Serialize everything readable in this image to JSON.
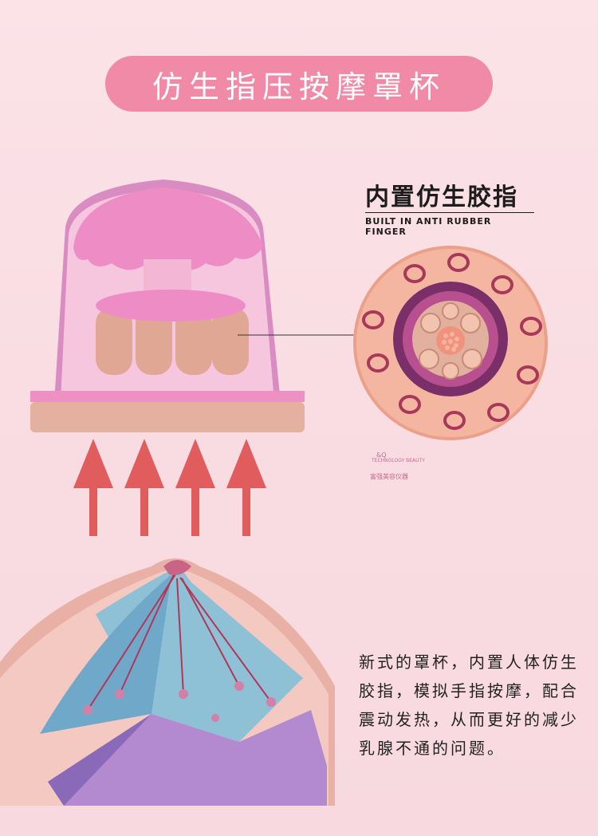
{
  "title": "仿生指压按摩罩杯",
  "feature": {
    "title": "内置仿生胶指",
    "subtitle": "BUILT IN ANTI RUBBER FINGER"
  },
  "brand": {
    "mark": "&Q",
    "english": "TECHNOLOGY BEAUTY",
    "chinese": "富强美容仪器"
  },
  "description": {
    "lines": [
      "新式的罩杯，内置人体仿生",
      "胶指，模拟手指按摩，配合",
      "震动发热，从而更好的减少",
      "乳腺不通的问题。"
    ]
  },
  "colors": {
    "title_pill": "#f08aa7",
    "cup_pink": "#ef8fc5",
    "arrow_red": "#e15c5d",
    "finger_tan": "#e4aa98",
    "ring_peach": "#f4b6a0",
    "ring_inner": "#8a3a77"
  },
  "icons": [
    "cup-illustration",
    "arrow-up-icon",
    "finger-ring-illustration",
    "breast-anatomy-illustration"
  ]
}
